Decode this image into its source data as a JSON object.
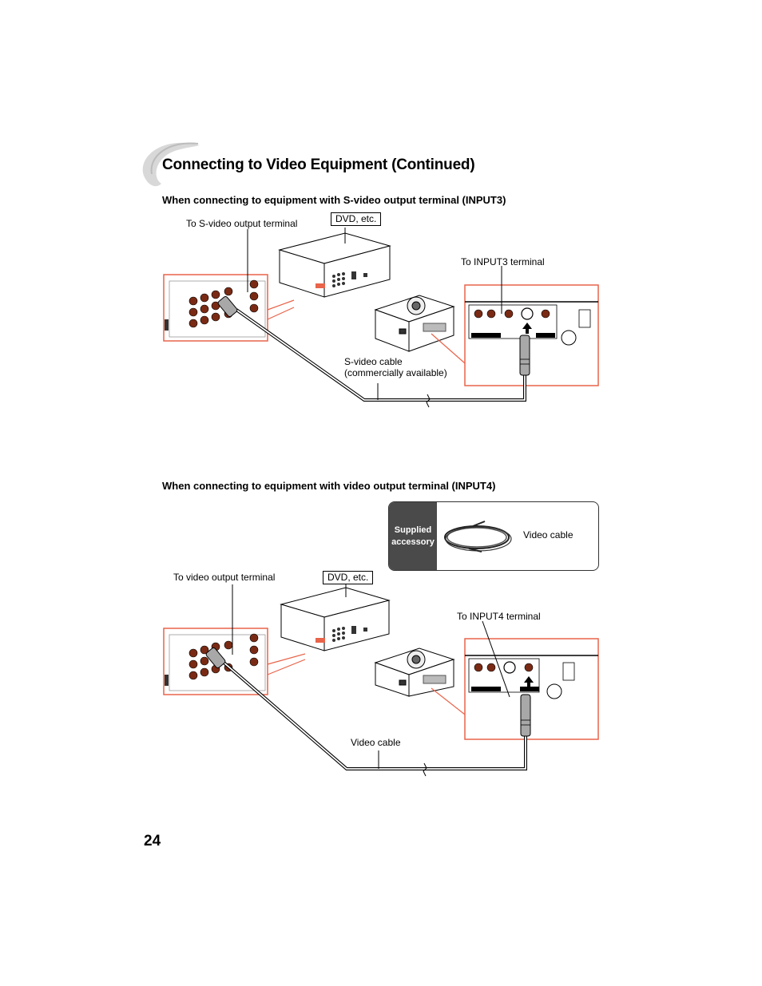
{
  "header": {
    "title": "Connecting to Video Equipment (Continued)"
  },
  "section1": {
    "heading": "When connecting to equipment with S-video output terminal (INPUT3)",
    "label_output": "To S-video output terminal",
    "label_device": "DVD, etc.",
    "label_input": "To INPUT3 terminal",
    "label_cable_line1": "S-video cable",
    "label_cable_line2": "(commercially available)"
  },
  "section2": {
    "heading": "When connecting to equipment with video output terminal (INPUT4)",
    "accessory_tag": "Supplied accessory",
    "accessory_item": "Video cable",
    "label_output": "To video output terminal",
    "label_device": "DVD, etc.",
    "label_input": "To INPUT4 terminal",
    "label_cable": "Video cable"
  },
  "footer": {
    "page_number": "24"
  },
  "colors": {
    "accent": "#e8644a",
    "ink": "#000000",
    "accessory_bg": "#4a4a4a"
  }
}
